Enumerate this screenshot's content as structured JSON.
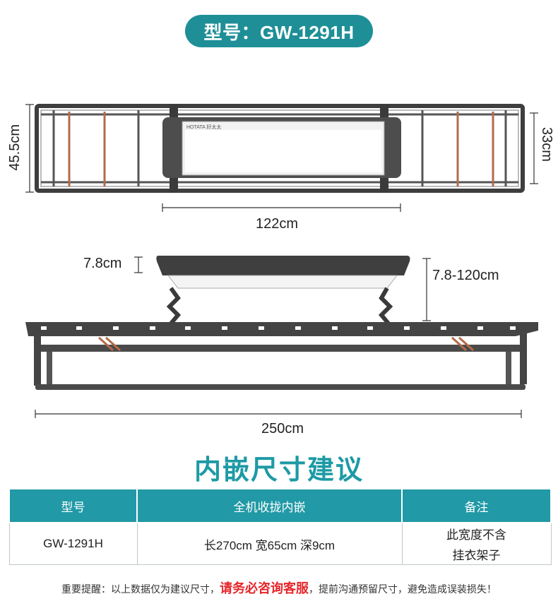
{
  "header": {
    "model_label": "型号：GW-1291H"
  },
  "top_view": {
    "height_label": "45.5cm",
    "inner_height_label": "33cm",
    "width_label": "122cm",
    "panel_brand": "HOTATA 好太太"
  },
  "side_view": {
    "lamp_thickness_label": "7.8cm",
    "lift_range_label": "7.8-120cm",
    "total_width_label": "250cm"
  },
  "section_title": "内嵌尺寸建议",
  "table": {
    "headers": [
      "型号",
      "全机收拢内嵌",
      "备注"
    ],
    "row": {
      "model": "GW-1291H",
      "size": "长270cm 宽65cm 深9cm",
      "remark_line1": "此宽度不含",
      "remark_line2": "挂衣架子"
    }
  },
  "note": {
    "prefix": "重要提醒：以上数据仅为建议尺寸，",
    "highlight": "请务必咨询客服",
    "suffix": "，提前沟通预留尺寸，避免造成误装损失！"
  },
  "colors": {
    "accent": "#1e8f97",
    "highlight": "#e5262a",
    "frame": "#4a4a4a"
  }
}
